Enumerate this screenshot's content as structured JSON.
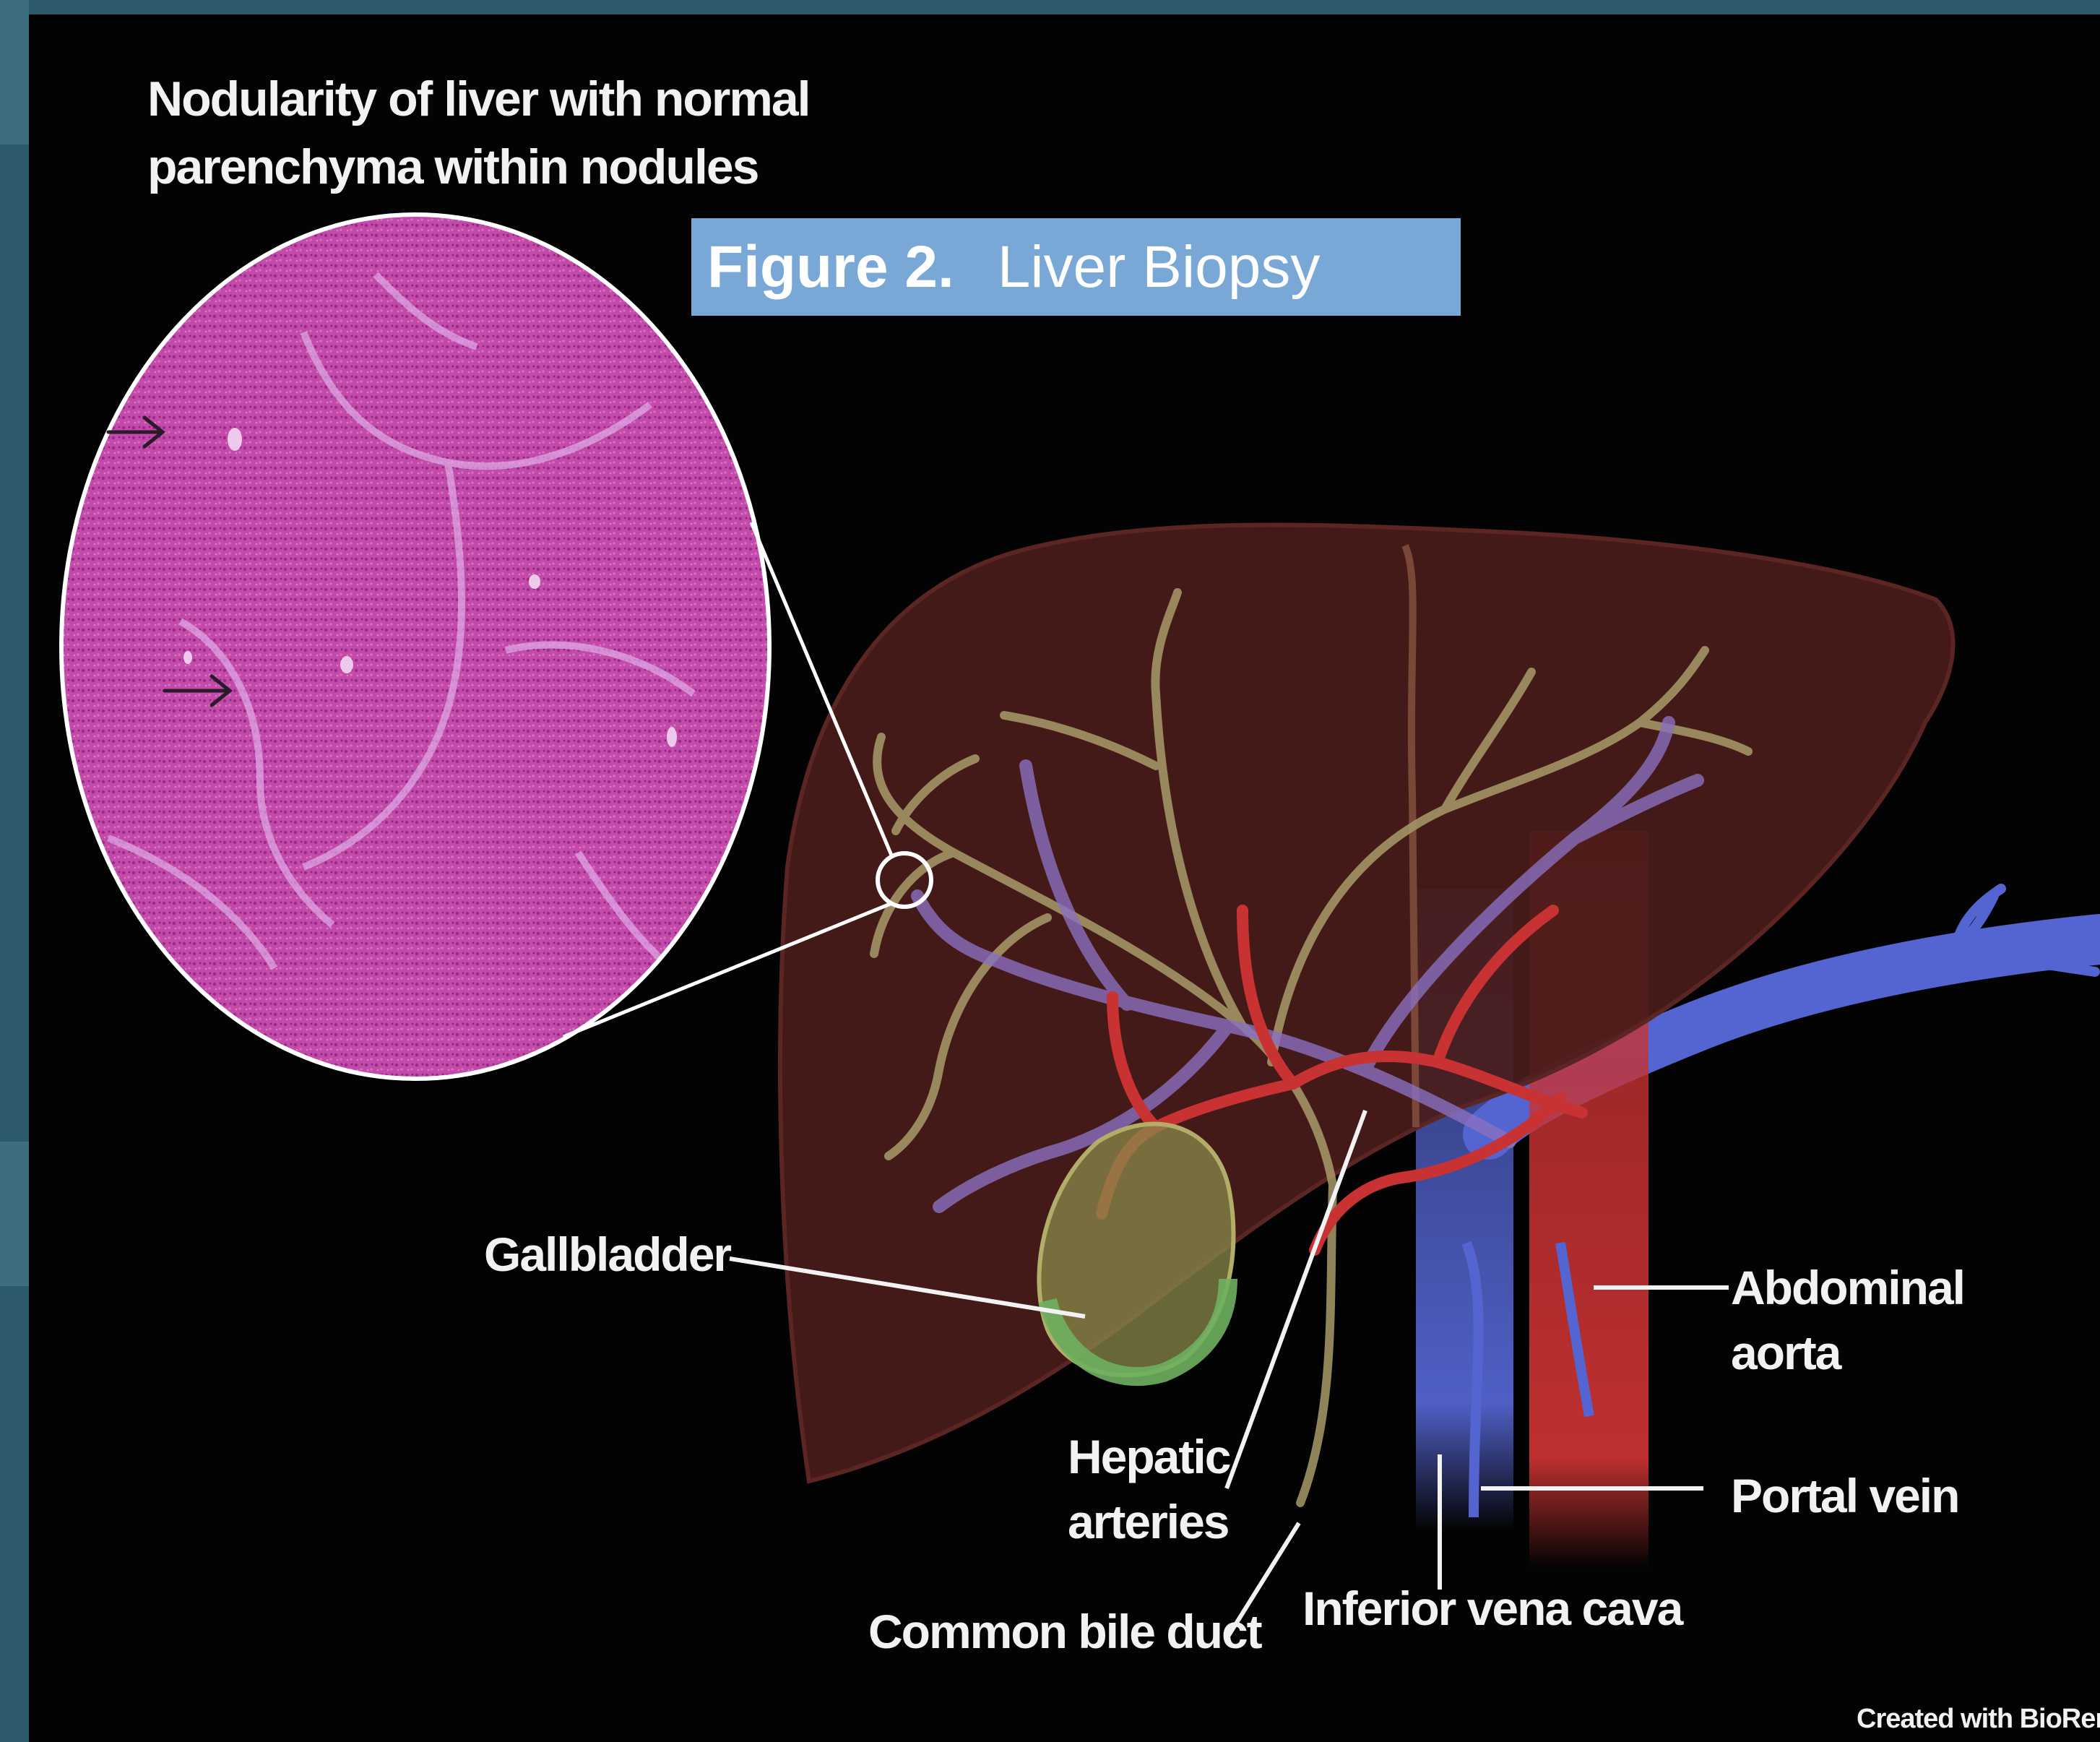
{
  "figure": {
    "number": "Figure 2.",
    "name": "Liver Biopsy"
  },
  "histology": {
    "caption_line1": "Nodularity of liver with normal",
    "caption_line2": "parenchyma within nodules"
  },
  "labels": {
    "gallbladder": "Gallbladder",
    "hepatic_line1": "Hepatic",
    "hepatic_line2": "arteries",
    "common_bile_duct": "Common bile duct",
    "inferior_vena_cava": "Inferior vena cava",
    "portal_vein": "Portal vein",
    "aorta_line1": "Abdominal",
    "aorta_line2": "aorta"
  },
  "credit": "Created with BioRender.com",
  "colors": {
    "background": "#030303",
    "frame": "#2c5a6c",
    "title_bar": "#79a8d6",
    "liver": "#4a1c1a",
    "artery": "#c83232",
    "vein": "#5464d0",
    "bile_duct": "#6eb060",
    "portal_branch": "#8a70c0",
    "biliary_tree": "#a89a6a",
    "histology_stain": "#b4379e"
  }
}
